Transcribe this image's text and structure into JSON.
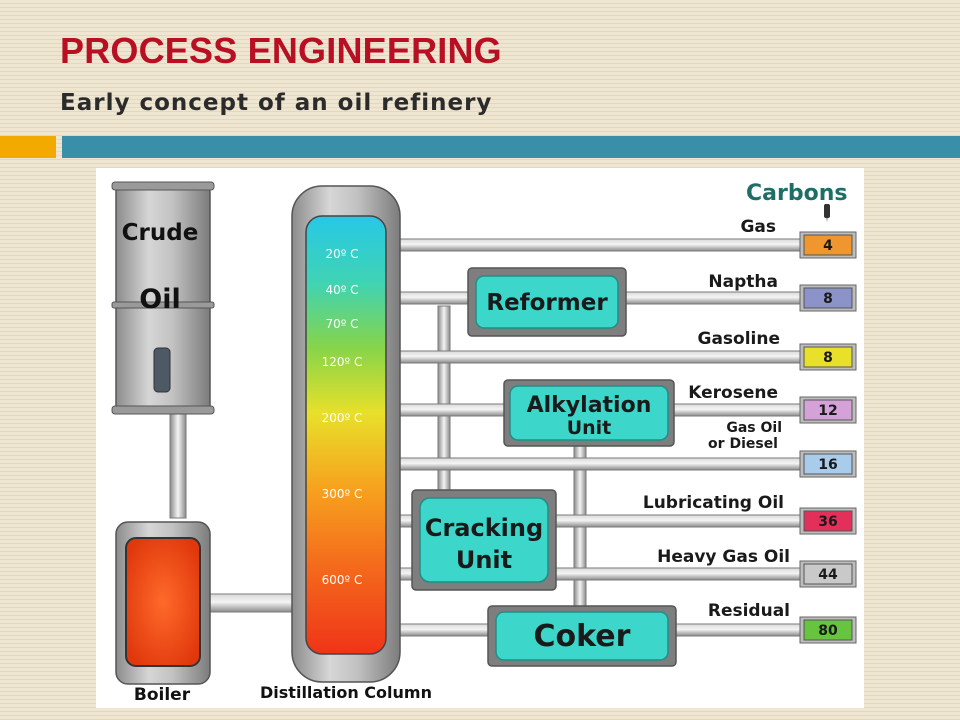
{
  "slide": {
    "title": "PROCESS ENGINEERING",
    "subtitle": "Early concept of an oil refinery"
  },
  "diagram": {
    "carbons_heading": "Carbons",
    "crude_label_1": "Crude",
    "crude_label_2": "Oil",
    "boiler_label": "Boiler",
    "column_label": "Distillation Column",
    "temperatures": [
      "20º C",
      "40º C",
      "70º C",
      "120º C",
      "200º C",
      "300º C",
      "600º C"
    ],
    "units": {
      "reformer": "Reformer",
      "alkylation_1": "Alkylation",
      "alkylation_2": "Unit",
      "cracking_1": "Cracking",
      "cracking_2": "Unit",
      "coker": "Coker"
    },
    "products": [
      {
        "name": "Gas",
        "carbons": "4",
        "color": "#f0962e"
      },
      {
        "name": "Naptha",
        "carbons": "8",
        "color": "#8c93c8"
      },
      {
        "name": "Gasoline",
        "carbons": "8",
        "color": "#e9e02a"
      },
      {
        "name": "Kerosene",
        "carbons": "12",
        "color": "#d4a2d8"
      },
      {
        "name": "Gas Oil\nor Diesel",
        "carbons": "16",
        "color": "#a9cbec"
      },
      {
        "name": "Lubricating Oil",
        "carbons": "36",
        "color": "#e3305a"
      },
      {
        "name": "Heavy Gas Oil",
        "carbons": "44",
        "color": "#c9c9c9"
      },
      {
        "name": "Residual",
        "carbons": "80",
        "color": "#66c43f"
      }
    ]
  }
}
